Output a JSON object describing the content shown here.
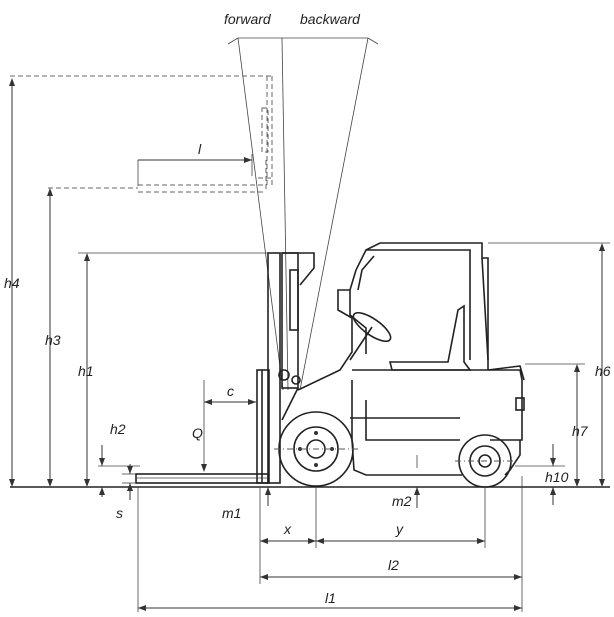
{
  "labels": {
    "forward": "forward",
    "backward": "backward",
    "h1": "h1",
    "h2": "h2",
    "h3": "h3",
    "h4": "h4",
    "h6": "h6",
    "h7": "h7",
    "h10": "h10",
    "l": "l",
    "l1": "l1",
    "l2": "l2",
    "c": "c",
    "Q": "Q",
    "s": "s",
    "m1": "m1",
    "m2": "m2",
    "x": "x",
    "y": "y"
  }
}
